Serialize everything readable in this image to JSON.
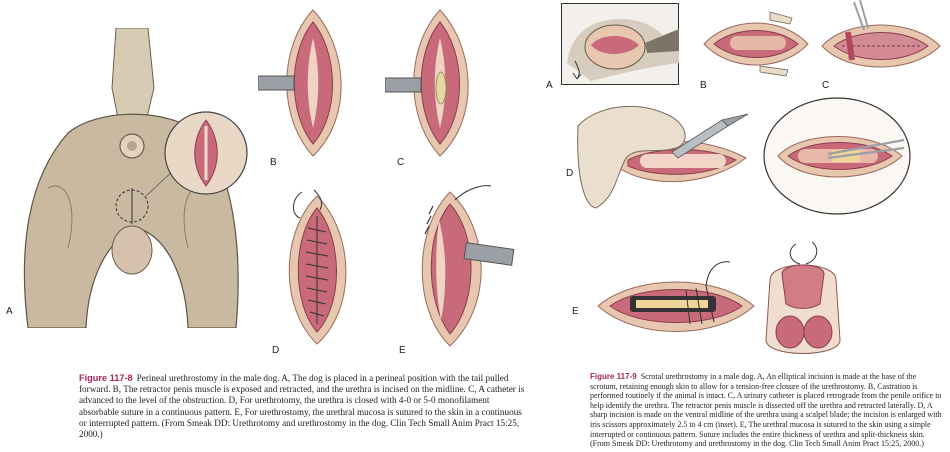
{
  "figure_left": {
    "panel_labels": [
      "A",
      "B",
      "C",
      "D",
      "E"
    ],
    "caption_title": "Figure 117-8",
    "caption_text": "Perineal urethrostomy in the male dog. A, The dog is placed in a perineal position with the tail pulled forward. B, The retractor penis muscle is exposed and retracted, and the urethra is incised on the midline. C, A catheter is advanced to the level of the obstruction. D, For urethrotomy, the urethra is closed with 4-0 or 5-0 monofilament absorbable suture in a continuous pattern. E, For urethrostomy, the urethral mucosa is sutured to the skin in a continuous or interrupted pattern. (From Smeak DD: Urethrotomy and urethrostomy in the dog. Clin Tech Small Anim Pract 15:25, 2000.)"
  },
  "figure_right": {
    "panel_labels": [
      "A",
      "B",
      "C",
      "D",
      "E"
    ],
    "caption_title": "Figure 117-9",
    "caption_text": "Scrotal urethrostomy in a male dog. A, An elliptical incision is made at the base of the scrotum, retaining enough skin to allow for a tension-free closure of the urethrostomy. B, Castration is performed routinely if the animal is intact. C, A urinary catheter is placed retrograde from the penile orifice to help identify the urethra. The retractor penis muscle is dissected off the urethra and retracted laterally. D, A sharp incision is made on the ventral midline of the urethra using a scalpel blade; the incision is enlarged with iris scissors approximately 2.5 to 4 cm (inset). E, The urethral mucosa is sutured to the skin using a simple interrupted or continuous pattern. Suture includes the entire thickness of urethra and split-thickness skin. (From Smeak DD: Urethrotomy and urethrostomy in the dog. Clin Tech Small Anim Pract 15:25, 2000.)"
  },
  "colors": {
    "figure_title": "#a8255a",
    "skin": "#e8c7b0",
    "tissue": "#c86a7a",
    "fur": "#c9b9a1",
    "glove": "#eadfce",
    "instrument": "#9aa0a6"
  }
}
